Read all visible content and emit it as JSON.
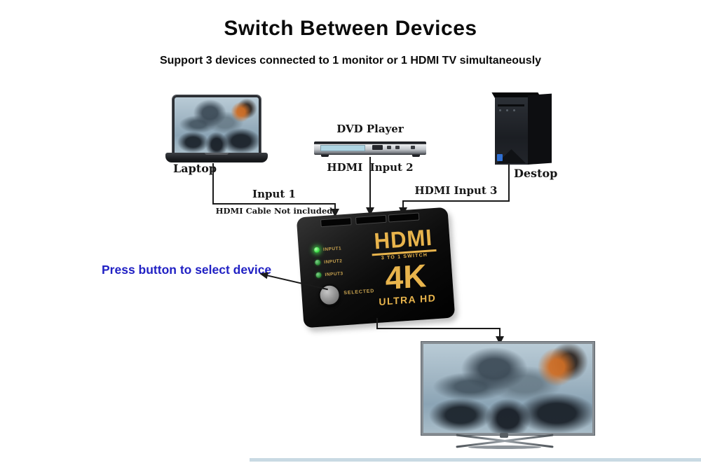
{
  "header": {
    "title": "Switch Between Devices",
    "subtitle": "Support 3 devices connected to 1 monitor or 1 HDMI TV simultaneously"
  },
  "labels": {
    "laptop": "Laptop",
    "dvd": "DVD Player",
    "desktop": "Destop",
    "input1": "Input 1",
    "input1_note": "HDMI Cable Not included",
    "input2_word1": "HDMI",
    "input2_word2": "Input 2",
    "input3": "HDMI Input 3",
    "annotation": "Press button to select device"
  },
  "switch": {
    "logo": "HDMI",
    "logo_sub": "3 TO 1 SWITCH",
    "resolution": "4K",
    "resolution_sub": "ULTRA HD",
    "leds": [
      {
        "label": "INPUT1",
        "state": "on"
      },
      {
        "label": "INPUT2",
        "state": "dim"
      },
      {
        "label": "INPUT3",
        "state": "dim"
      }
    ],
    "button": "SELECTED"
  },
  "colors": {
    "gold_accent": "#e8b44c",
    "annotation_blue": "#2121c4",
    "led_on_green": "#3fe04a",
    "led_dim_green": "#2e8f3a",
    "connector_black": "#1a1a1a"
  }
}
